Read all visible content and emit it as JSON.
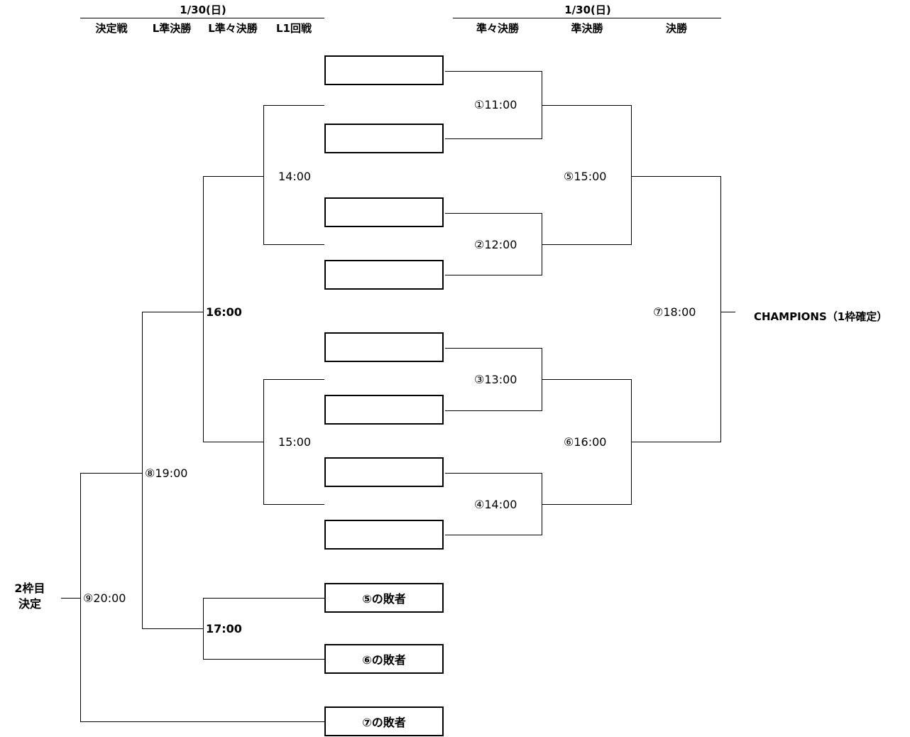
{
  "left_date": "1/30(日)",
  "right_date": "1/30(日)",
  "left_headers": [
    "決定戦",
    "L準決勝",
    "L準々決勝",
    "L1回戦"
  ],
  "right_headers": [
    "準々決勝",
    "準決勝",
    "決勝"
  ],
  "matches": {
    "m1": "①11:00",
    "m2": "②12:00",
    "m3": "③13:00",
    "m4": "④14:00",
    "m5": "⑤15:00",
    "m6": "⑥16:00",
    "m7": "⑦18:00",
    "m8": "⑧19:00",
    "m9": "⑨20:00"
  },
  "loser_bracket": {
    "l1_top": "14:00",
    "l1_bottom": "15:00",
    "lqf_top": "16:00",
    "lqf_bottom": "17:00"
  },
  "loser_slots": [
    "⑤の敗者",
    "⑥の敗者",
    "⑦の敗者"
  ],
  "empty_slots": [
    "",
    "",
    "",
    "",
    "",
    "",
    "",
    ""
  ],
  "champions_label": "CHAMPIONS（1枠確定）",
  "second_slot_label_line1": "2枠目",
  "second_slot_label_line2": "決定"
}
